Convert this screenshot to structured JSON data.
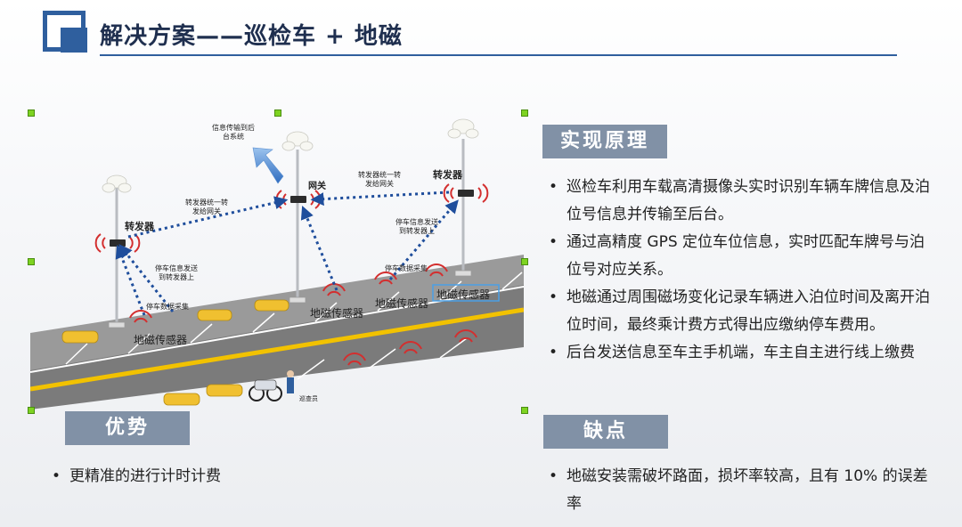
{
  "header": {
    "title": "解决方案——巡检车 + 地磁"
  },
  "diagram": {
    "labels": {
      "info_to_backend": "信息传输到后\n台系统",
      "gateway": "网关",
      "repeater_left": "转发器",
      "repeater_right": "转发器",
      "forward_to_gateway_left": "转发器统一转\n发给网关",
      "forward_to_gateway_right": "转发器统一转\n发给网关",
      "parking_info_left": "停车信息发送\n到转发器上",
      "parking_info_right": "停车信息发送\n到转发器上",
      "data_collect_left": "停车数据采集",
      "data_collect_right": "停车数据采集",
      "sensor_1": "地磁传感器",
      "sensor_2": "地磁传感器",
      "sensor_3": "地磁传感器",
      "sensor_4": "地磁传感器",
      "inspector": "巡查员"
    },
    "colors": {
      "arrow": "#1f4e9c",
      "wave": "#d32f2f",
      "road": "#7b7b7b",
      "yellow_line": "#f2c200",
      "car": "#f0c030"
    }
  },
  "principle": {
    "badge": "实现原理",
    "items": [
      "巡检车利用车载高清摄像头实时识别车辆车牌信息及泊位号信息并传输至后台。",
      "通过高精度 GPS 定位车位信息，实时匹配车牌号与泊位号对应关系。",
      "地磁通过周围磁场变化记录车辆进入泊位时间及离开泊位时间，最终乘计费方式得出应缴纳停车费用。",
      "后台发送信息至车主手机端，车主自主进行线上缴费"
    ]
  },
  "advantage": {
    "badge": "优势",
    "items": [
      "更精准的进行计时计费"
    ]
  },
  "disadvantage": {
    "badge": "缺点",
    "items": [
      "地磁安装需破坏路面，损坏率较高，且有 10% 的误差率"
    ]
  }
}
